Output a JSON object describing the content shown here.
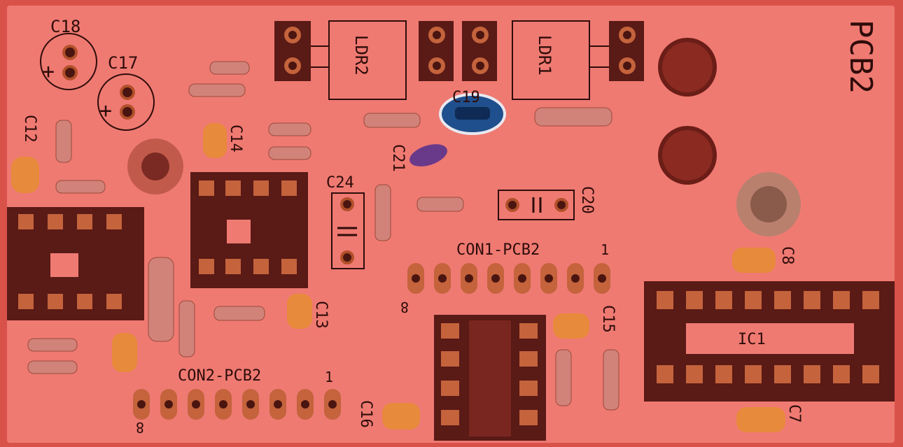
{
  "board": {
    "title": "PCB2",
    "colors": {
      "surround": "#d9524a",
      "board": "#ef7a72",
      "copper": "#b2502a",
      "pad_dark": "#4a1510",
      "socket": "#5a1a16",
      "socket_pin": "#c4633c",
      "resistor": "#d1837a",
      "cap_ceramic": "#e88a3b",
      "cap_blue": "#1f4f8c",
      "cap_purple": "#6a3a8a",
      "silk": "#2e0c0a"
    }
  },
  "labels": {
    "c18": "C18",
    "c17": "C17",
    "c12": "C12",
    "c14": "C14",
    "c24": "C24",
    "c21": "C21",
    "c19": "C19",
    "c20": "C20",
    "c8": "C8",
    "c13": "C13",
    "c15": "C15",
    "c16": "C16",
    "c7": "C7",
    "ldr1": "LDR1",
    "ldr2": "LDR2",
    "ic1": "IC1",
    "con1": "CON1-PCB2",
    "con1_pin1": "1",
    "con1_pin8": "8",
    "con2": "CON2-PCB2",
    "con2_pin1": "1",
    "con2_pin8": "8",
    "plus_c18": "+",
    "plus_c17": "+"
  }
}
